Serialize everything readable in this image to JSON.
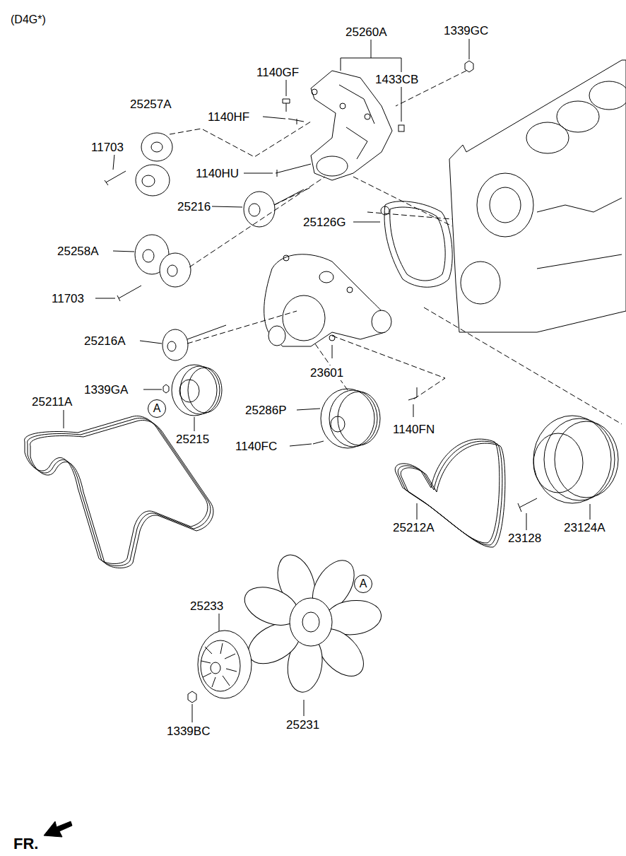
{
  "diagram": {
    "nodes": [
      {
        "text": [
          "A"
        ]
      },
      {
        "text": [
          "A"
        ]
      }
    ],
    "labels": [
      "(D4G*)",
      "25260A",
      "1339GC",
      "1140GF",
      "1433CB",
      "25257A",
      "1140HF",
      "11703",
      "1140HU",
      "25216",
      "25126G",
      "25258A",
      "11703",
      "25216A",
      "23601",
      "1339GA",
      "25211A",
      "25286P",
      "1140FN",
      "25215",
      "1140FC",
      "25212A",
      "23128",
      "23124A",
      "25233",
      "25231",
      "1339BC",
      "FR."
    ]
  }
}
